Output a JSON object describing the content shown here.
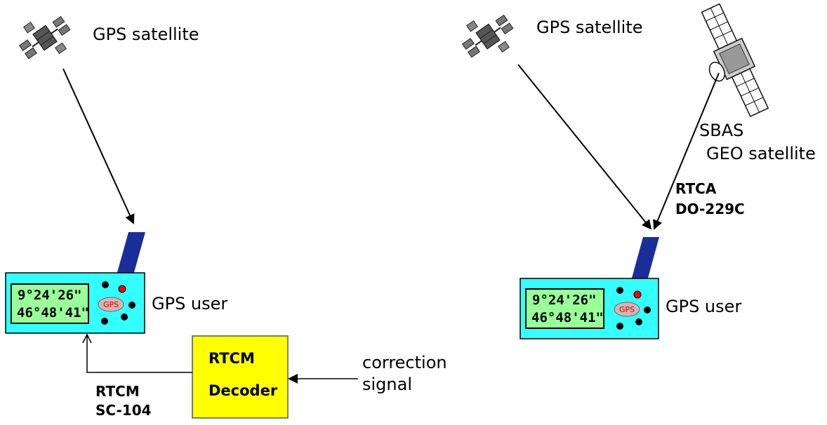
{
  "left": {
    "satellite_label": "GPS satellite",
    "user_label": "GPS user",
    "device": {
      "lat": "9°24'26\"",
      "lon": "46°48'41\"",
      "badge": "GPS"
    },
    "decoder": {
      "line1": "RTCM",
      "line2": "Decoder"
    },
    "format": {
      "line1": "RTCM",
      "line2": "SC-104"
    },
    "correction": {
      "line1": "correction",
      "line2": "signal"
    }
  },
  "right": {
    "satellite_label": "GPS satellite",
    "geo": {
      "line1": "SBAS",
      "line2": "GEO satellite"
    },
    "format": {
      "line1": "RTCA",
      "line2": "DO-229C"
    },
    "user_label": "GPS user",
    "device": {
      "lat": "9°24'26\"",
      "lon": "46°48'41\"",
      "badge": "GPS"
    }
  },
  "colors": {
    "device_body": "#33ffff",
    "device_screen": "#99ff99",
    "antenna": "#1a2e99",
    "decoder_box": "#ffff00",
    "button_dark": "#000000",
    "button_red": "#ff0000",
    "badge_fill": "#d9b3b3"
  }
}
